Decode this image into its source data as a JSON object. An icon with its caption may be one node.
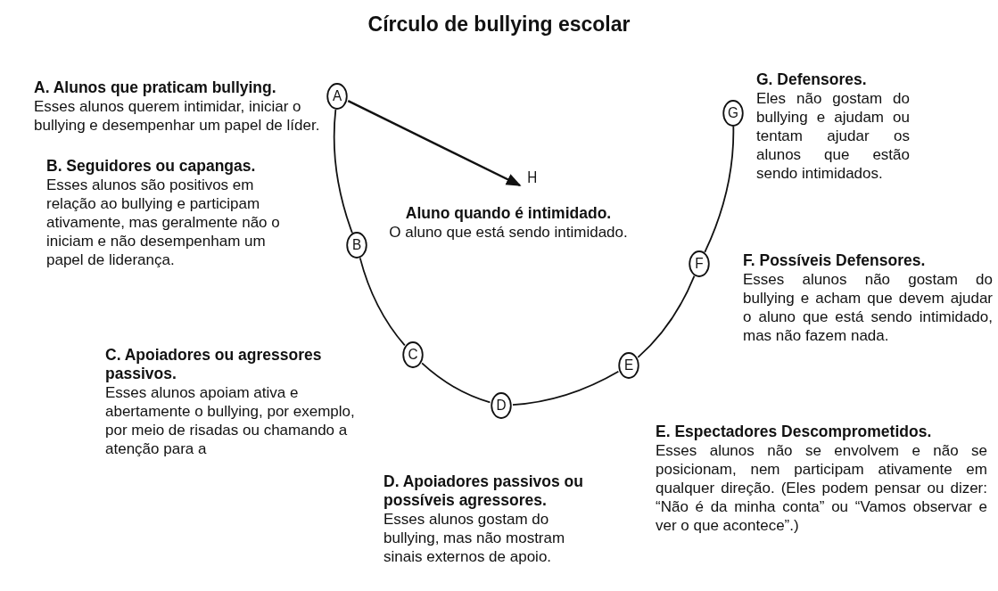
{
  "diagram": {
    "title": "Círculo de bullying escolar",
    "nodes": [
      {
        "text": [
          "A"
        ],
        "beside": [
          "A. Alunos que praticam bullying.",
          "Esses alunos querem intimidar, iniciar o bullying e desempenhar um papel de líder."
        ]
      },
      {
        "text": [
          "B"
        ],
        "beside": [
          "B. Seguidores ou capangas.",
          "Esses alunos são positivos em relação ao bullying e participam ativamente, mas geralmente não o iniciam e não desempenham um papel de liderança."
        ]
      },
      {
        "text": [
          "C"
        ],
        "beside": [
          "C. Apoiadores ou agressores passivos.",
          "Esses alunos apoiam ativa e abertamente o bullying, por exemplo, por meio de risadas ou chamando a atenção para a"
        ]
      },
      {
        "text": [
          "D"
        ],
        "beside": [
          "D. Apoiadores passivos ou possíveis agressores.",
          "Esses alunos gostam do bullying, mas não mostram sinais externos de apoio."
        ]
      },
      {
        "text": [
          "E"
        ],
        "beside": [
          "E. Espectadores Descomprometidos.",
          "Esses alunos não se envolvem e não se posicionam, nem participam ativamente em qualquer direção. (Eles podem pensar ou dizer: “Não é da minha conta” ou “Vamos observar e ver o que acontece”.)"
        ]
      },
      {
        "text": [
          "F"
        ],
        "beside": [
          "F. Possíveis Defensores.",
          "Esses alunos não gostam do bullying e acham que devem ajudar o aluno que está sendo intimidado, mas não fazem nada."
        ]
      },
      {
        "text": [
          "G"
        ],
        "beside": [
          "G. Defensores.",
          "Eles não gostam do bullying e ajudam ou tentam ajudar os alunos que estão sendo intimidados."
        ]
      },
      {
        "text": [
          "H"
        ],
        "beside": [
          "Aluno quando é intimidado.",
          "O aluno que está sendo intimidado."
        ]
      }
    ],
    "edges": [
      {
        "from": 0,
        "to": 1,
        "arrow": "none"
      },
      {
        "from": 1,
        "to": 2,
        "arrow": "none"
      },
      {
        "from": 2,
        "to": 3,
        "arrow": "none"
      },
      {
        "from": 3,
        "to": 4,
        "arrow": "none"
      },
      {
        "from": 4,
        "to": 5,
        "arrow": "none"
      },
      {
        "from": 5,
        "to": 6,
        "arrow": "none"
      },
      {
        "from": 0,
        "to": 7,
        "arrow": "to"
      }
    ]
  }
}
